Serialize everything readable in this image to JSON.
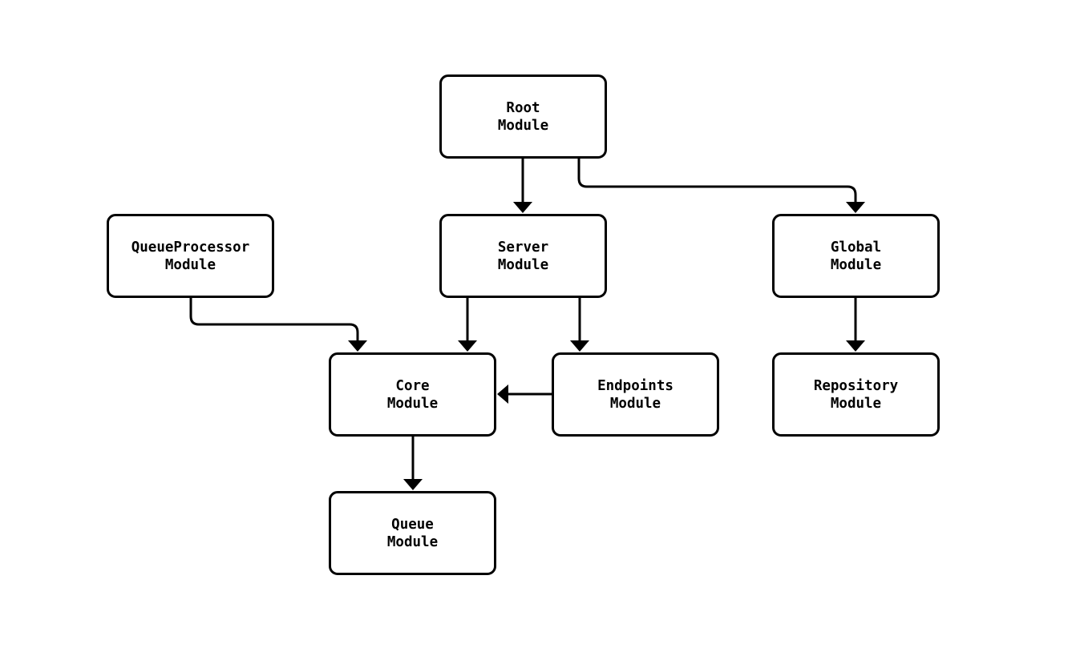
{
  "diagram": {
    "type": "module-dependency-graph",
    "background_color": "#ffffff",
    "node_fill_color": "#ffffff",
    "node_border_color": "#000000",
    "edge_color": "#000000",
    "text_color": "#000000",
    "nodes": [
      {
        "id": "root",
        "label": "Root\nModule"
      },
      {
        "id": "queue-processor",
        "label": "QueueProcessor\nModule"
      },
      {
        "id": "server",
        "label": "Server\nModule"
      },
      {
        "id": "global",
        "label": "Global\nModule"
      },
      {
        "id": "core",
        "label": "Core\nModule"
      },
      {
        "id": "endpoints",
        "label": "Endpoints\nModule"
      },
      {
        "id": "repository",
        "label": "Repository\nModule"
      },
      {
        "id": "queue",
        "label": "Queue\nModule"
      }
    ],
    "edges": [
      {
        "from": "root",
        "to": "server"
      },
      {
        "from": "root",
        "to": "global"
      },
      {
        "from": "queue-processor",
        "to": "core"
      },
      {
        "from": "server",
        "to": "core"
      },
      {
        "from": "server",
        "to": "endpoints"
      },
      {
        "from": "endpoints",
        "to": "core"
      },
      {
        "from": "global",
        "to": "repository"
      },
      {
        "from": "core",
        "to": "queue"
      }
    ]
  }
}
